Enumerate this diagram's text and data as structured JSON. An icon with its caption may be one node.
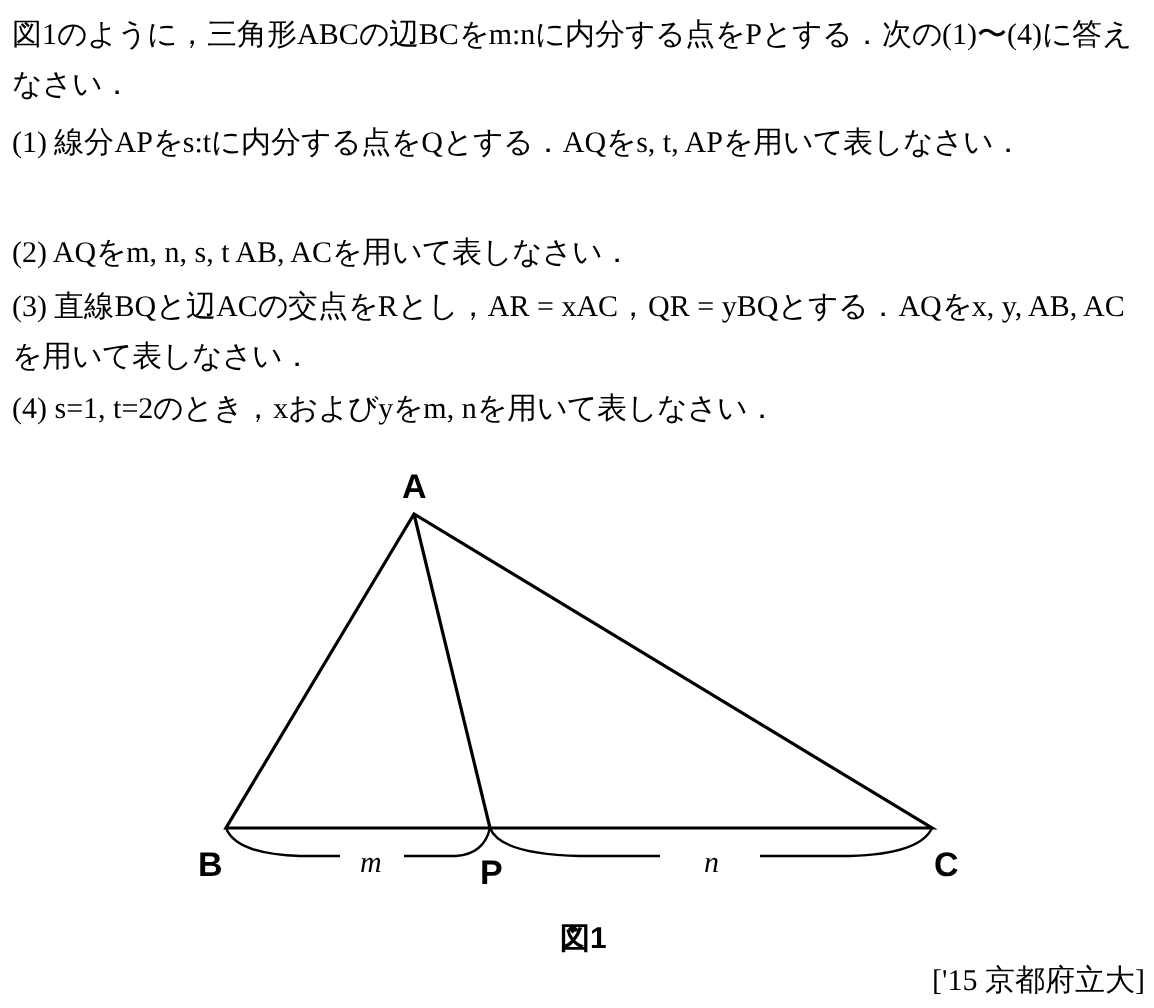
{
  "diagram": {
    "labels": [
      "図1のように，三角形ABCの辺BCをm:nに内分する点をPとする．次の(1)〜(4)に答えなさい．",
      "(1) 線分APをs:tに内分する点をQとする．AQをs, t, APを用いて表しなさい．",
      "(2) AQをm, n, s, t AB, ACを用いて表しなさい．",
      "(3) 直線BQと辺ACの交点をRとし，AR = xAC，QR = yBQとする．AQをx, y, AB, ACを用いて表しなさい．",
      "(4) s=1, t=2のとき，xおよびyをm, nを用いて表しなさい．",
      "A",
      "B",
      "P",
      "C",
      "m",
      "n",
      "図1",
      "['15 京都府立大]"
    ]
  }
}
